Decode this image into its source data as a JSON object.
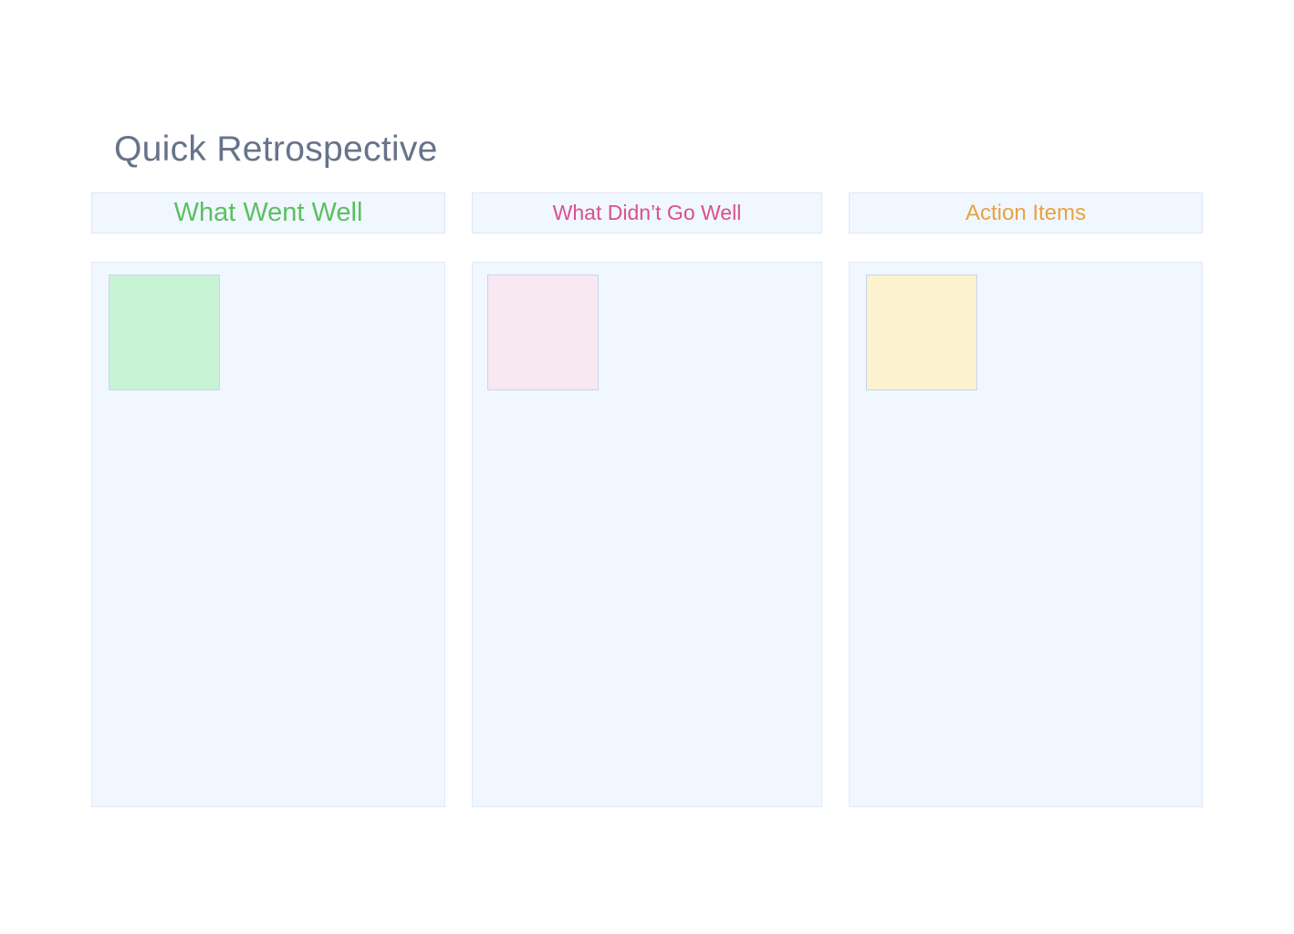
{
  "page": {
    "title": "Quick Retrospective"
  },
  "columns": [
    {
      "id": "went-well",
      "label": "What Went Well",
      "label_color": "#5bbf62",
      "note_color": "#c8f3d5",
      "notes": [
        {
          "text": ""
        }
      ]
    },
    {
      "id": "didnt-go-well",
      "label": "What Didn’t Go Well",
      "label_color": "#d9508f",
      "note_color": "#f7e8f2",
      "notes": [
        {
          "text": ""
        }
      ]
    },
    {
      "id": "action-items",
      "label": "Action Items",
      "label_color": "#e9a23f",
      "note_color": "#fcf2cf",
      "notes": [
        {
          "text": ""
        }
      ]
    }
  ],
  "theme": {
    "title_color": "#67738a",
    "column_bg": "#f1f7fe",
    "column_border": "#dfe6f5",
    "note_border": "#c9d4ee"
  }
}
